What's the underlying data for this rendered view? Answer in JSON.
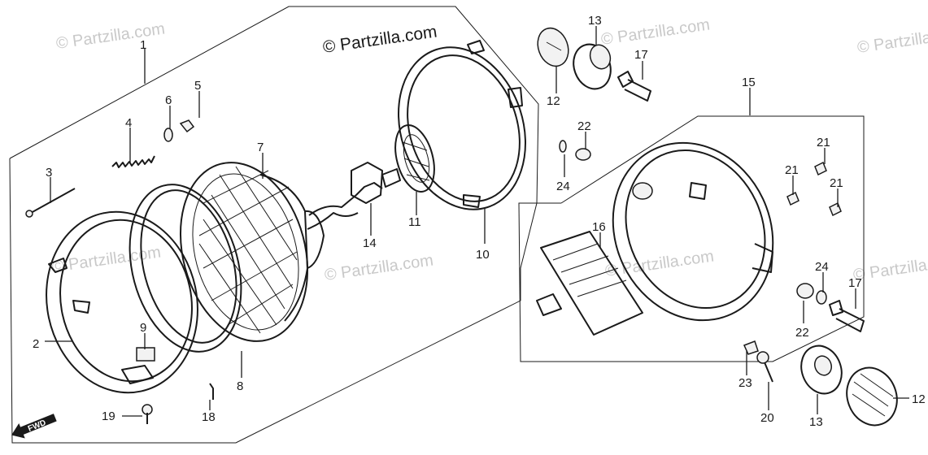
{
  "watermarks": {
    "main": "© Partzilla.com",
    "faint": "© Partzilla.com"
  },
  "fwd_label": "FWD",
  "part_numbers": {
    "p1": "1",
    "p2": "2",
    "p3": "3",
    "p4": "4",
    "p5": "5",
    "p6": "6",
    "p7": "7",
    "p8": "8",
    "p9": "9",
    "p10": "10",
    "p11": "11",
    "p12a": "12",
    "p12b": "12",
    "p13a": "13",
    "p13b": "13",
    "p14": "14",
    "p15": "15",
    "p16": "16",
    "p17a": "17",
    "p17b": "17",
    "p18": "18",
    "p19": "19",
    "p20": "20",
    "p21a": "21",
    "p21b": "21",
    "p21c": "21",
    "p22a": "22",
    "p22b": "22",
    "p23": "23",
    "p24a": "24",
    "p24b": "24"
  }
}
